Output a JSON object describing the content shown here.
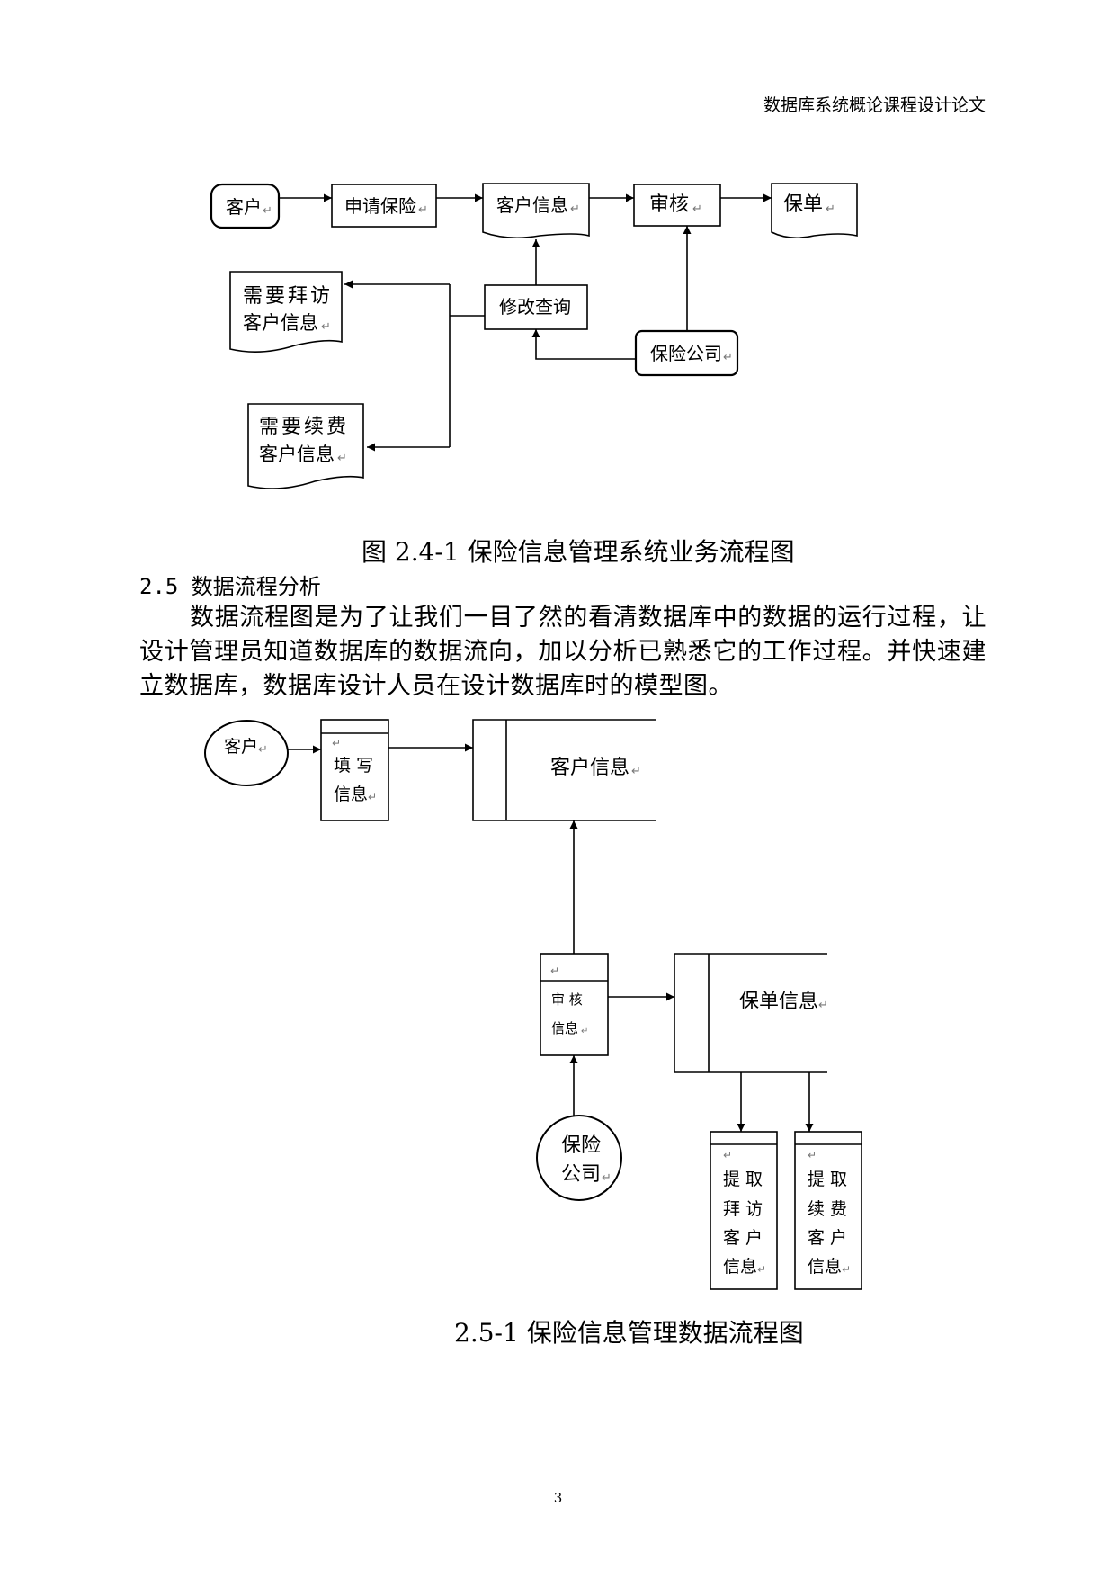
{
  "header": {
    "title": "数据库系统概论课程设计论文"
  },
  "figure1": {
    "caption": "图 2.4-1 保险信息管理系统业务流程图",
    "nodes": {
      "customer": "客户",
      "apply": "申请保险",
      "customer_info": "客户信息",
      "review": "审核",
      "policy": "保单",
      "modify_query": "修改查询",
      "insurance_company": "保险公司",
      "visit_line1": "需要拜访",
      "visit_line2": "客户信息",
      "renew_line1": "需要续费",
      "renew_line2": "客户信息"
    }
  },
  "section": {
    "heading": "2.5 数据流程分析",
    "paragraph": "数据流程图是为了让我们一目了然的看清数据库中的数据的运行过程，让设计管理员知道数据库的数据流向，加以分析已熟悉它的工作过程。并快速建立数据库，数据库设计人员在设计数据库时的模型图。"
  },
  "figure2": {
    "caption": "2.5-1 保险信息管理数据流程图",
    "nodes": {
      "customer": "客户",
      "fill_line1": "填 写",
      "fill_line2": "信息",
      "customer_info": "客户信息",
      "review_line1": "审   核",
      "review_line2": "信息",
      "policy_info": "保单信息",
      "company_line1": "保险",
      "company_line2": "公司",
      "visit_line1": "提 取",
      "visit_line2": "拜 访",
      "visit_line3": "客 户",
      "visit_line4": "信息",
      "renew_line1": "提 取",
      "renew_line2": "续 费",
      "renew_line3": "客 户",
      "renew_line4": "信息"
    }
  },
  "page_number": "3"
}
